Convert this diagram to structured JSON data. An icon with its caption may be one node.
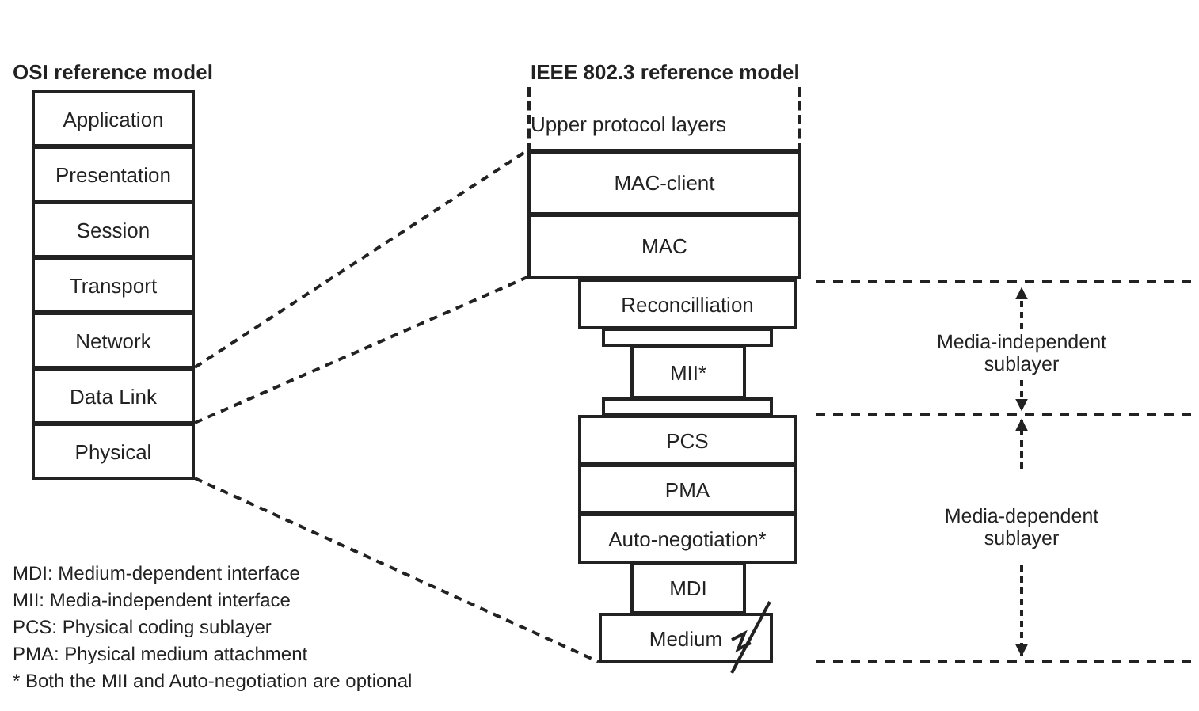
{
  "diagram": {
    "nodes": [
      {
        "text": [
          "Application"
        ]
      },
      {
        "text": [
          "Presentation"
        ]
      },
      {
        "text": [
          "Session"
        ]
      },
      {
        "text": [
          "Transport"
        ]
      },
      {
        "text": [
          "Network"
        ]
      },
      {
        "text": [
          "Data Link"
        ]
      },
      {
        "text": [
          "Physical"
        ]
      },
      {
        "text": [
          "Upper protocol layers"
        ]
      },
      {
        "text": [
          "MAC-client"
        ]
      },
      {
        "text": [
          "MAC"
        ]
      },
      {
        "text": [
          "Reconcilliation"
        ]
      },
      {
        "text": [],
        "shape": "bar"
      },
      {
        "text": [
          "MII*"
        ]
      },
      {
        "text": [],
        "shape": "bar"
      },
      {
        "text": [
          "PCS"
        ]
      },
      {
        "text": [
          "PMA"
        ]
      },
      {
        "text": [
          "Auto-negotiation*"
        ]
      },
      {
        "text": [
          "MDI"
        ]
      },
      {
        "text": [
          "Medium"
        ]
      }
    ],
    "edges": [
      {
        "from": 5,
        "to": 8,
        "arrow": "none",
        "style": "dashed"
      },
      {
        "from": 5,
        "to": 9,
        "arrow": "none",
        "style": "dashed"
      },
      {
        "from": 6,
        "to": 18,
        "arrow": "none",
        "style": "dashed"
      }
    ],
    "labels": [
      "OSI reference model",
      "IEEE 802.3 reference model",
      "Media-independent sublayer",
      "Media-dependent sublayer",
      "MDI: Medium-dependent interface",
      "MII: Media-independent interface",
      "PCS: Physical coding sublayer",
      "PMA: Physical medium attachment",
      "* Both the MII and Auto-negotiation are optional"
    ]
  }
}
